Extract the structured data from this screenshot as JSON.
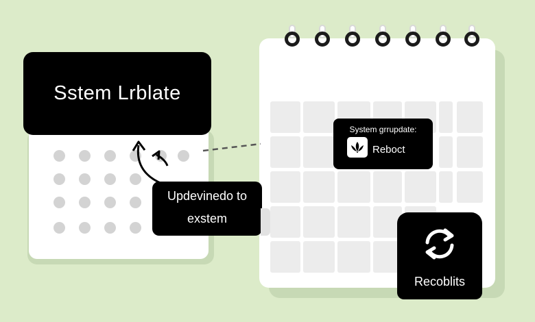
{
  "title_banner": {
    "text": "Sstem Lrblate"
  },
  "update_tooltip": {
    "heading": "System grrupdate:",
    "item_icon": "leaf-icon",
    "item_label": "Reboct"
  },
  "note_tooltip": {
    "line1": "Updevinedo to",
    "line2": "exstem"
  },
  "reset_tile": {
    "icon": "refresh-icon",
    "label": "Recoblits"
  },
  "colors": {
    "background": "#dcebc9",
    "card": "#ffffff",
    "ink": "#000000",
    "cell": "#ececec",
    "dot": "#d3d3d3"
  }
}
